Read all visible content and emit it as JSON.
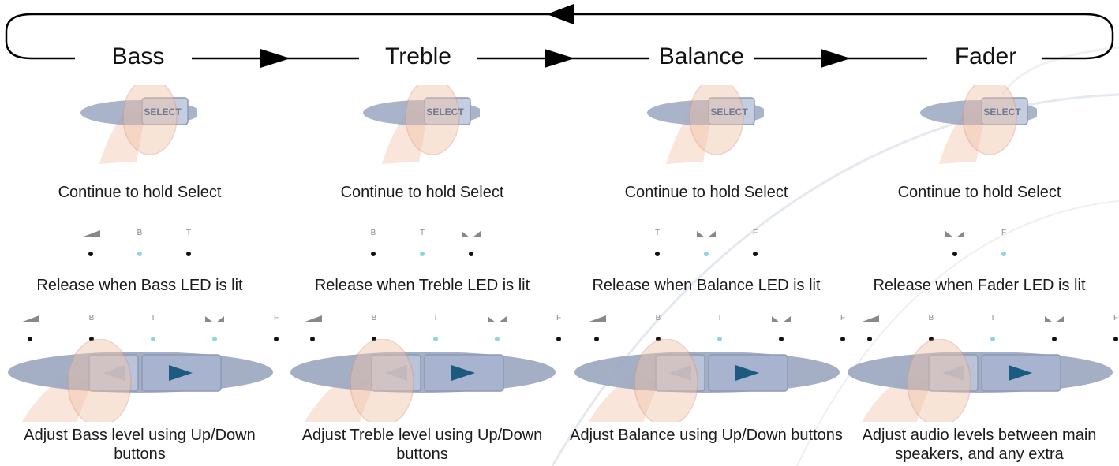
{
  "stages": [
    {
      "id": "bass",
      "title": "Bass",
      "hold_caption": "Continue to hold Select",
      "release_caption": "Release when Bass LED is lit",
      "adjust_caption": "Adjust Bass level using Up/Down buttons",
      "partial_leds": [
        {
          "label": "",
          "icon": "volume-ramp-icon",
          "lit": false
        },
        {
          "label": "B",
          "lit": true
        },
        {
          "label": "T",
          "lit": false
        }
      ],
      "full_leds": [
        {
          "label": "",
          "icon": "volume-ramp-icon",
          "lit": false
        },
        {
          "label": "B",
          "lit": false
        },
        {
          "label": "T",
          "lit": true
        },
        {
          "label": "",
          "icon": "balance-icon",
          "lit": true
        },
        {
          "label": "F",
          "lit": false
        }
      ]
    },
    {
      "id": "treble",
      "title": "Treble",
      "hold_caption": "Continue to hold Select",
      "release_caption": "Release when Treble LED is lit",
      "adjust_caption": "Adjust Treble level using Up/Down buttons",
      "partial_leds": [
        {
          "label": "B",
          "lit": false
        },
        {
          "label": "T",
          "lit": true
        },
        {
          "label": "",
          "icon": "balance-icon",
          "lit": false
        }
      ],
      "full_leds": [
        {
          "label": "",
          "icon": "volume-ramp-icon",
          "lit": false
        },
        {
          "label": "B",
          "lit": false
        },
        {
          "label": "T",
          "lit": true
        },
        {
          "label": "",
          "icon": "balance-icon",
          "lit": true
        },
        {
          "label": "F",
          "lit": false
        }
      ]
    },
    {
      "id": "balance",
      "title": "Balance",
      "hold_caption": "Continue to hold Select",
      "release_caption": "Release when Balance LED is lit",
      "adjust_caption": "Adjust Balance using Up/Down buttons",
      "partial_leds": [
        {
          "label": "T",
          "lit": false
        },
        {
          "label": "",
          "icon": "balance-icon",
          "lit": true
        },
        {
          "label": "F",
          "lit": false
        }
      ],
      "full_leds": [
        {
          "label": "",
          "icon": "volume-ramp-icon",
          "lit": false
        },
        {
          "label": "B",
          "lit": false
        },
        {
          "label": "T",
          "lit": true
        },
        {
          "label": "",
          "icon": "balance-icon",
          "lit": false
        },
        {
          "label": "F",
          "lit": false
        }
      ]
    },
    {
      "id": "fader",
      "title": "Fader",
      "hold_caption": "Continue to hold Select",
      "release_caption": "Release when Fader LED is lit",
      "adjust_caption": "Adjust audio levels between main speakers, and any extra",
      "partial_leds": [
        {
          "label": "",
          "icon": "balance-icon",
          "lit": false
        },
        {
          "label": "F",
          "lit": true
        }
      ],
      "full_leds": [
        {
          "label": "",
          "icon": "volume-ramp-icon",
          "lit": false
        },
        {
          "label": "B",
          "lit": false
        },
        {
          "label": "T",
          "lit": true
        },
        {
          "label": "",
          "icon": "balance-icon",
          "lit": false
        },
        {
          "label": "F",
          "lit": false
        }
      ]
    }
  ],
  "select_button": {
    "label": "SELECT",
    "icon": "finger-press-icon"
  },
  "updown_buttons": {
    "down_icon": "left-arrow-icon",
    "up_icon": "right-arrow-icon"
  },
  "colors": {
    "led_lit": "#8ed4e6",
    "led_off": "#111111",
    "button_fill": "#9aa6c0",
    "arrow_fill": "#1d5a80",
    "finger_tint": "#f0c2a8",
    "flow_line": "#000000"
  }
}
